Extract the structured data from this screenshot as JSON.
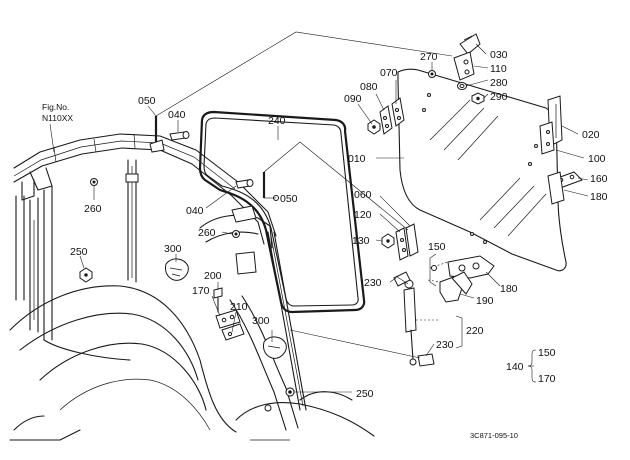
{
  "figure": {
    "fig_no_label": "Fig.No.",
    "fig_no_value": "N110XX",
    "drawing_code": "3C871-095-10"
  },
  "callouts": {
    "c010": "010",
    "c020": "020",
    "c030": "030",
    "c040a": "040",
    "c040b": "040",
    "c050a": "050",
    "c050b": "050",
    "c060": "060",
    "c070": "070",
    "c080": "080",
    "c090": "090",
    "c100": "100",
    "c110": "110",
    "c120": "120",
    "c130": "130",
    "c140": "140",
    "c150a": "150",
    "c150b": "150",
    "c160": "160",
    "c170a": "170",
    "c170b": "170",
    "c180a": "180",
    "c180b": "180",
    "c190": "190",
    "c200": "200",
    "c210": "210",
    "c220": "220",
    "c230a": "230",
    "c230b": "230",
    "c240": "240",
    "c250a": "250",
    "c250b": "250",
    "c260a": "260",
    "c260b": "260",
    "c270": "270",
    "c280": "280",
    "c290": "290",
    "c300a": "300",
    "c300b": "300"
  }
}
